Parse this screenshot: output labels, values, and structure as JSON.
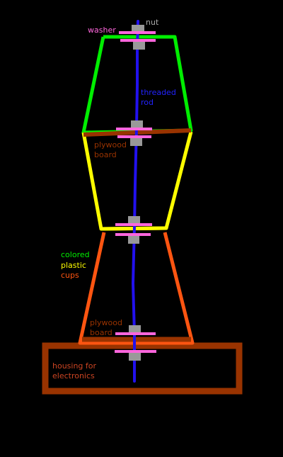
{
  "labels": {
    "nut": "nut",
    "washer": "washer",
    "threaded_rod_1": "threaded",
    "threaded_rod_2": "rod",
    "plywood_top_1": "plywood",
    "plywood_top_2": "board",
    "cups_1": "colored",
    "cups_2": "plastic",
    "cups_3": "cups",
    "plywood_bottom_1": "plywood",
    "plywood_bottom_2": "board",
    "housing_1": "housing for",
    "housing_2": "electronics"
  },
  "colors": {
    "background": "#000000",
    "nut": "#999999",
    "washer": "#ff66dd",
    "rod": "#2211ee",
    "plywood": "#993300",
    "cup_green": "#00ee00",
    "cup_yellow": "#ffff00",
    "cup_orange": "#ff5511",
    "housing": "#993300",
    "label_gray": "#aaaaaa",
    "label_blue": "#2222ff",
    "label_plywood": "#993300",
    "label_housing": "#cc4422"
  }
}
